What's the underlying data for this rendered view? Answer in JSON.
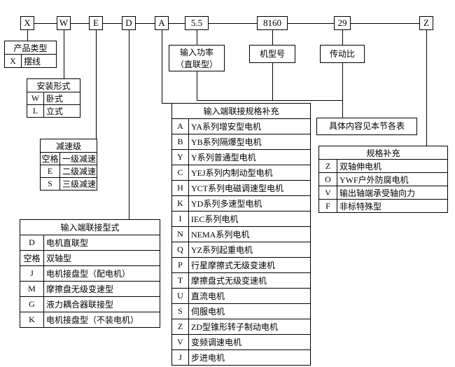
{
  "top_codes": [
    "X",
    "W",
    "E",
    "D",
    "A",
    "5.5",
    "8160",
    "29",
    "Z"
  ],
  "labels": {
    "power_line1": "输入功率",
    "power_line2": "（直联型）",
    "model": "机型号",
    "ratio": "传动比",
    "note": "具体内容见本节各表"
  },
  "tables": {
    "product": {
      "title": "产品类型",
      "rows": [
        {
          "code": "X",
          "desc": "摆线"
        }
      ]
    },
    "mounting": {
      "title": "安装形式",
      "rows": [
        {
          "code": "W",
          "desc": "卧式"
        },
        {
          "code": "L",
          "desc": "立式"
        }
      ]
    },
    "reduction": {
      "title": "减速级",
      "rows": [
        {
          "code": "空格",
          "desc": "一级减速"
        },
        {
          "code": "E",
          "desc": "二级减速"
        },
        {
          "code": "S",
          "desc": "三级减速"
        }
      ]
    },
    "connection": {
      "title": "输入端联接型式",
      "rows": [
        {
          "code": "D",
          "desc": "电机直联型"
        },
        {
          "code": "空格",
          "desc": "双轴型"
        },
        {
          "code": "J",
          "desc": "电机接盘型（配电机）"
        },
        {
          "code": "M",
          "desc": "摩擦盘无级变速型"
        },
        {
          "code": "G",
          "desc": "液力耦合器联接型"
        },
        {
          "code": "K",
          "desc": "电机接盘型（不装电机）"
        }
      ]
    },
    "conn_spec": {
      "title": "输入端联接规格补充",
      "rows": [
        {
          "code": "A",
          "desc": "YA系列增安型电机"
        },
        {
          "code": "B",
          "desc": "YB系列隔爆型电机"
        },
        {
          "code": "Y",
          "desc": "Y系列普通型电机"
        },
        {
          "code": "C",
          "desc": "YEJ系列内制动型电机"
        },
        {
          "code": "H",
          "desc": "YCT系列电磁调速型电机"
        },
        {
          "code": "K",
          "desc": "YD系列多速型电机"
        },
        {
          "code": "I",
          "desc": "IEC系列电机"
        },
        {
          "code": "N",
          "desc": "NEMA系列电机"
        },
        {
          "code": "Q",
          "desc": "YZ系列起重电机"
        },
        {
          "code": "P",
          "desc": "行星摩擦式无级变速机"
        },
        {
          "code": "T",
          "desc": "摩擦盘式无级变速机"
        },
        {
          "code": "U",
          "desc": "直流电机"
        },
        {
          "code": "S",
          "desc": "伺服电机"
        },
        {
          "code": "Z",
          "desc": "ZD型锥形转子制动电机"
        },
        {
          "code": "V",
          "desc": "变频调速电机"
        },
        {
          "code": "J",
          "desc": "步进电机"
        }
      ]
    },
    "spec_supp": {
      "title": "规格补充",
      "rows": [
        {
          "code": "Z",
          "desc": "双轴伸电机"
        },
        {
          "code": "O",
          "desc": "YWF户外防腐电机"
        },
        {
          "code": "V",
          "desc": "输出轴端承受轴向力"
        },
        {
          "code": "F",
          "desc": "非标特殊型"
        }
      ]
    }
  }
}
